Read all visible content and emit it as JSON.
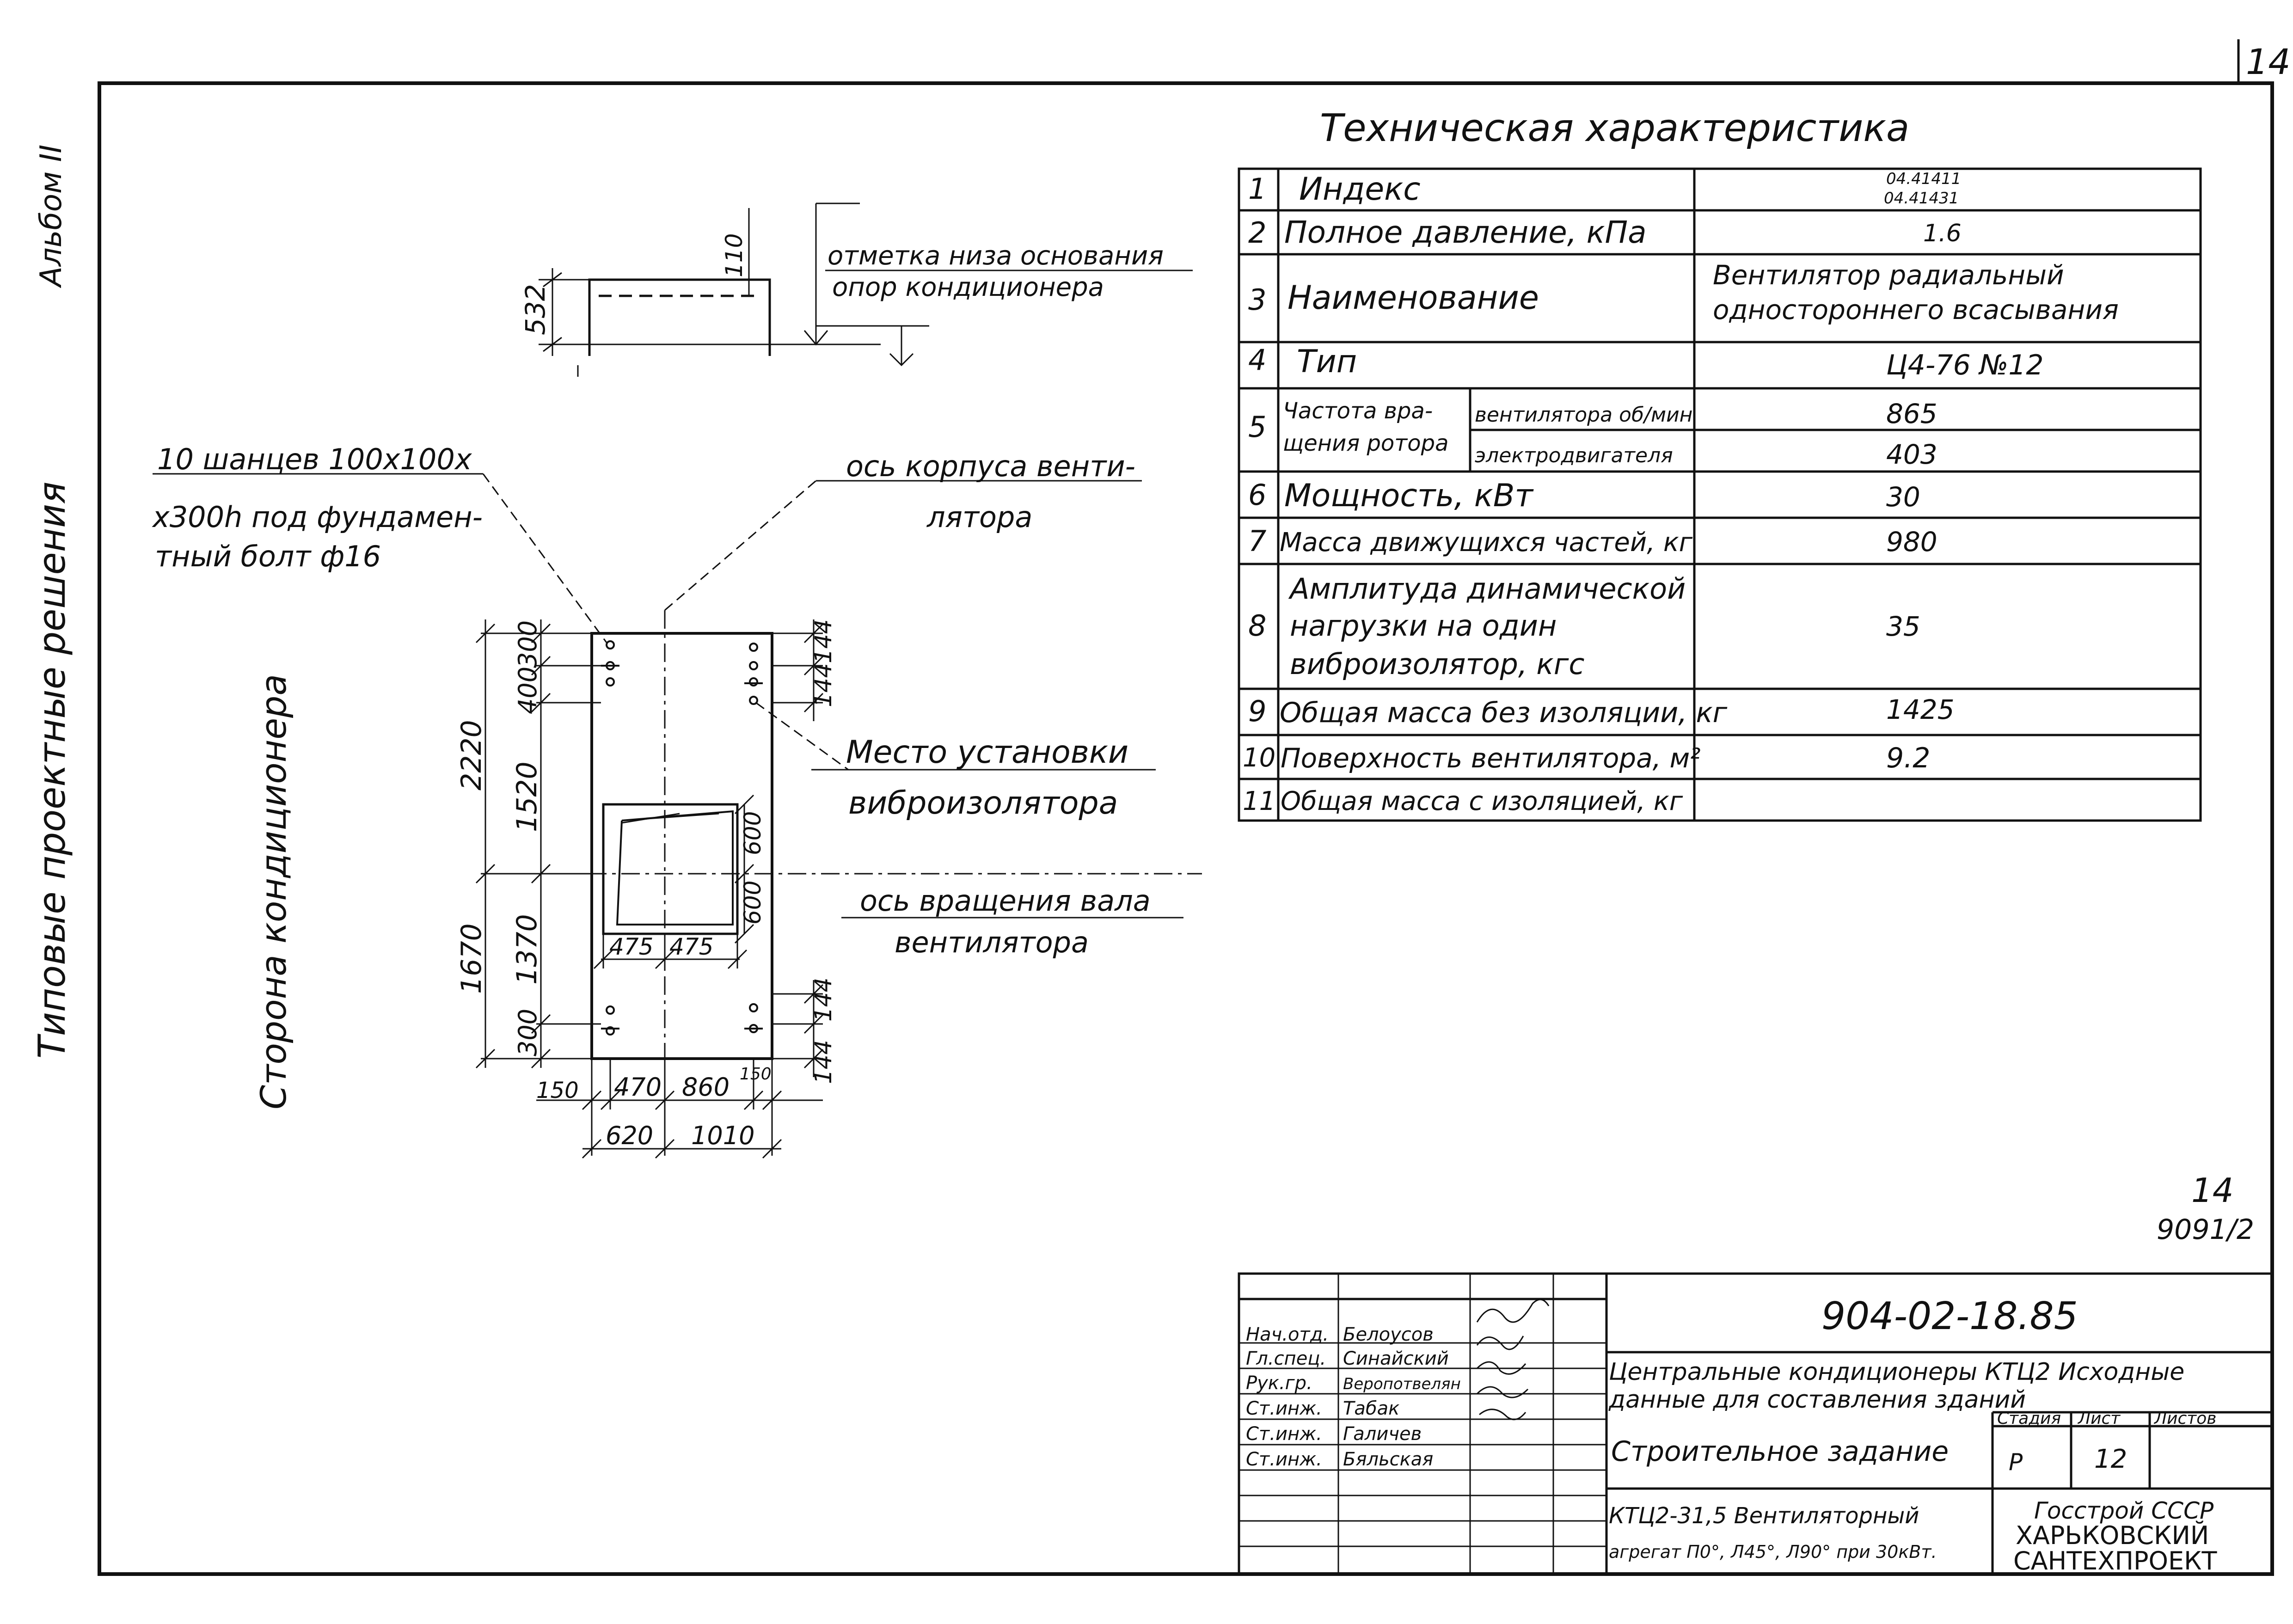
{
  "margin": {
    "album": "Альбом II",
    "series": "Типовые проектные решения",
    "page_number": "14"
  },
  "drawing": {
    "side_label": "Сторона кондиционера",
    "anchor_note_1": "10 шанцев 100х100х",
    "anchor_note_2": "х300h под фундамен-",
    "anchor_note_3": "тный болт ф16",
    "axis_body_1": "ось корпуса венти-",
    "axis_body_2": "лятора",
    "support_mark_1": "отметка низа основания",
    "support_mark_2": "опор кондиционера",
    "isolator_1": "Место установки",
    "isolator_2": "виброизолятора",
    "shaft_axis_1": "ось вращения вала",
    "shaft_axis_2": "вентилятора",
    "dims": {
      "d532": "532",
      "d110": "110",
      "d2220": "2220",
      "d1670": "1670",
      "d300a": "300",
      "d400": "400",
      "d1520": "1520",
      "d1370": "1370",
      "d300b": "300",
      "d144a": "144",
      "d144b": "144",
      "d600a": "600",
      "d600b": "600",
      "d144c": "144",
      "d144d": "144",
      "d475a": "475",
      "d475b": "475",
      "d150a": "150",
      "d470": "470",
      "d860": "860",
      "d150b": "150",
      "d620": "620",
      "d1010": "1010"
    }
  },
  "tech": {
    "title": "Техническая характеристика",
    "rows": [
      {
        "n": "1",
        "name": "Индекс",
        "value_1": "04.41411",
        "value_2": "04.41431"
      },
      {
        "n": "2",
        "name": "Полное давление, кПа",
        "value": "1.6"
      },
      {
        "n": "3",
        "name": "Наименование",
        "value_1": "Вентилятор радиальный",
        "value_2": "одностороннего всасывания"
      },
      {
        "n": "4",
        "name": "Тип",
        "value": "Ц4-76 №12"
      },
      {
        "n": "5",
        "name_1": "Частота вра-",
        "name_2": "щения ротора",
        "sub_1": "вентилятора об/мин",
        "sub_2": "электродвигателя",
        "value_1": "865",
        "value_2": "403"
      },
      {
        "n": "6",
        "name": "Мощность, кВт",
        "value": "30"
      },
      {
        "n": "7",
        "name": "Масса движущихся частей, кг",
        "value": "980"
      },
      {
        "n": "8",
        "name_1": "Амплитуда динамической",
        "name_2": "нагрузки на один",
        "name_3": "виброизолятор, кгс",
        "value": "35"
      },
      {
        "n": "9",
        "name": "Общая масса без изоляции, кг",
        "value": "1425"
      },
      {
        "n": "10",
        "name": "Поверхность вентилятора, м²",
        "value": "9.2"
      },
      {
        "n": "11",
        "name": "Общая масса с изоляцией, кг",
        "value": ""
      }
    ]
  },
  "sheet_mark": {
    "number": "14",
    "code": "9091/2"
  },
  "title_block": {
    "doc_code": "904-02-18.85",
    "people": [
      {
        "role": "Нач.отд.",
        "name": "Белоусов"
      },
      {
        "role": "Гл.спец.",
        "name": "Синайский"
      },
      {
        "role": "Рук.гр.",
        "name": "Веропотвелян"
      },
      {
        "role": "Ст.инж.",
        "name": "Табак"
      },
      {
        "role": "Ст.инж.",
        "name": "Галичев"
      },
      {
        "role": "Ст.инж.",
        "name": "Бяльская"
      }
    ],
    "description_1": "Центральные кондиционеры КТЦ2 Исходные",
    "description_2": "данные для составления зданий",
    "stage_label": "Стадия",
    "sheet_label": "Лист",
    "sheets_label": "Листов",
    "stage": "Р",
    "sheet": "12",
    "task": "Строительное задание",
    "unit_1": "КТЦ2-31,5 Вентиляторный",
    "unit_2": "агрегат П0°, Л45°, Л90° при 30кВт.",
    "org_1": "Госстрой СССР",
    "org_2": "ХАРЬКОВСКИЙ",
    "org_3": "САНТЕХПРОЕКТ"
  }
}
